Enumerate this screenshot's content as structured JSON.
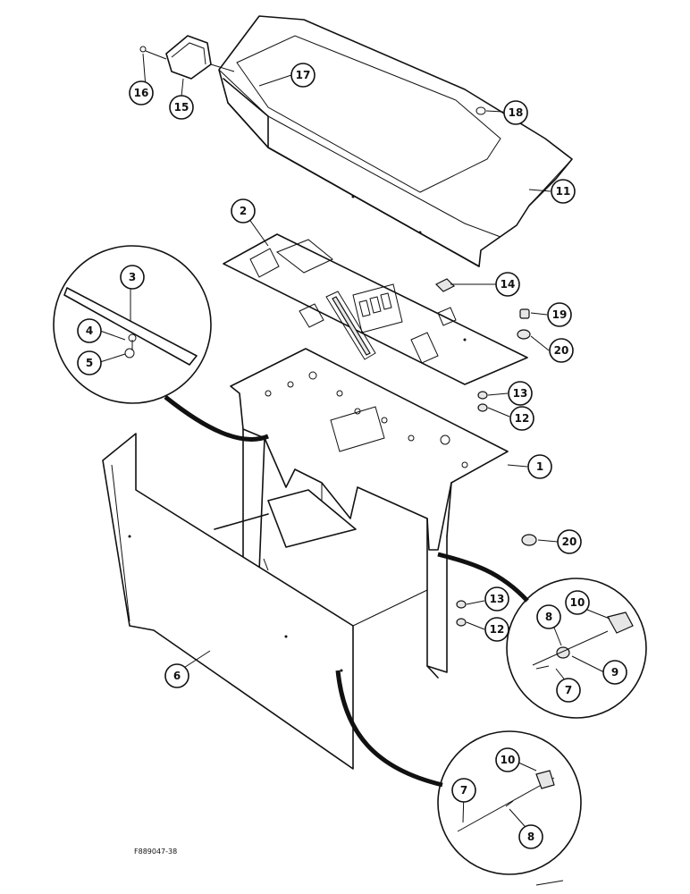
{
  "figure_code": "F889047-38",
  "callouts": [
    {
      "id": "c1",
      "label": "1"
    },
    {
      "id": "c2",
      "label": "2"
    },
    {
      "id": "c3",
      "label": "3"
    },
    {
      "id": "c4",
      "label": "4"
    },
    {
      "id": "c5",
      "label": "5"
    },
    {
      "id": "c6",
      "label": "6"
    },
    {
      "id": "c7a",
      "label": "7"
    },
    {
      "id": "c7b",
      "label": "7"
    },
    {
      "id": "c8a",
      "label": "8"
    },
    {
      "id": "c8b",
      "label": "8"
    },
    {
      "id": "c9",
      "label": "9"
    },
    {
      "id": "c10a",
      "label": "10"
    },
    {
      "id": "c10b",
      "label": "10"
    },
    {
      "id": "c11",
      "label": "11"
    },
    {
      "id": "c12a",
      "label": "12"
    },
    {
      "id": "c12b",
      "label": "12"
    },
    {
      "id": "c13a",
      "label": "13"
    },
    {
      "id": "c13b",
      "label": "13"
    },
    {
      "id": "c14",
      "label": "14"
    },
    {
      "id": "c15",
      "label": "15"
    },
    {
      "id": "c16",
      "label": "16"
    },
    {
      "id": "c17",
      "label": "17"
    },
    {
      "id": "c18",
      "label": "18"
    },
    {
      "id": "c19",
      "label": "19"
    },
    {
      "id": "c20a",
      "label": "20"
    },
    {
      "id": "c20b",
      "label": "20"
    }
  ]
}
